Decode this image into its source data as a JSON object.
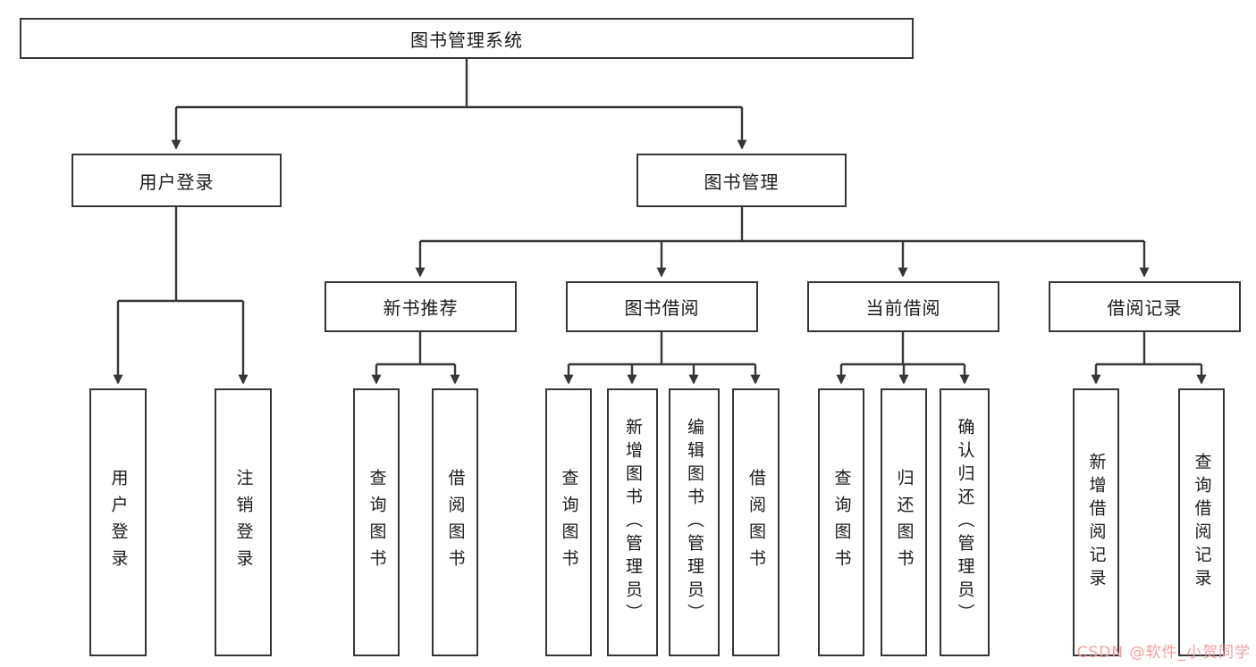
{
  "diagram": {
    "root": {
      "label": "图书管理系统"
    },
    "children": [
      {
        "label": "用户登录",
        "children": [
          {
            "label": "用户登录"
          },
          {
            "label": "注销登录"
          }
        ]
      },
      {
        "label": "图书管理",
        "children": [
          {
            "label": "新书推荐",
            "children": [
              {
                "label": "查询图书"
              },
              {
                "label": "借阅图书"
              }
            ]
          },
          {
            "label": "图书借阅",
            "children": [
              {
                "label": "查询图书"
              },
              {
                "label": "新增图书（管理员）"
              },
              {
                "label": "编辑图书（管理员）"
              },
              {
                "label": "借阅图书"
              }
            ]
          },
          {
            "label": "当前借阅",
            "children": [
              {
                "label": "查询图书"
              },
              {
                "label": "归还图书"
              },
              {
                "label": "确认归还（管理员）"
              }
            ]
          },
          {
            "label": "借阅记录",
            "children": [
              {
                "label": "新增借阅记录"
              },
              {
                "label": "查询借阅记录"
              }
            ]
          }
        ]
      }
    ]
  },
  "watermark": {
    "text": "CSDN @软件_小贺同学"
  },
  "colors": {
    "line": "#363636",
    "border": "#363636",
    "watermark": "#f59e9e"
  }
}
